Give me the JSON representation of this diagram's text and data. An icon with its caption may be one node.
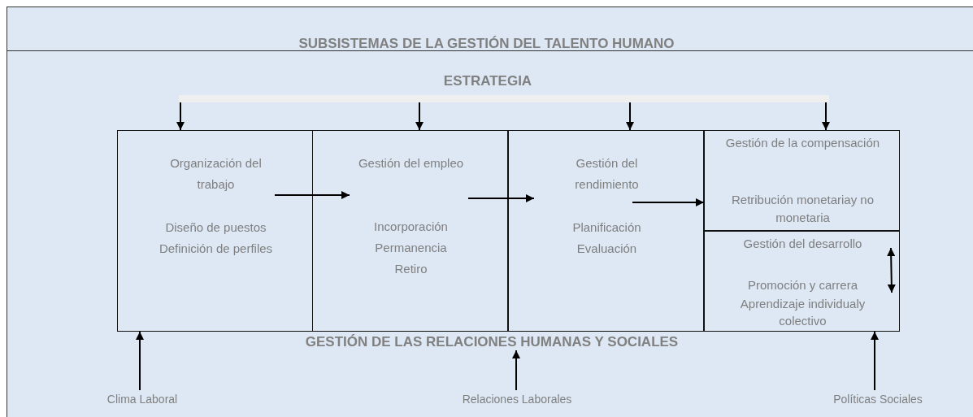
{
  "diagram": {
    "title": "SUBSISTEMAS DE LA GESTIÓN DEL TALENTO HUMANO",
    "nodes": [
      {
        "text": [
          "ESTRATEGIA"
        ]
      },
      {
        "text": [],
        "shape": "bar"
      },
      {
        "text": [
          "Organización del trabajo",
          "Diseño de puestos",
          "Definición de perfiles"
        ]
      },
      {
        "text": [
          "Gestión del empleo",
          "Incorporación",
          "Permanencia",
          "Retiro"
        ]
      },
      {
        "text": [
          "Gestión del rendimiento",
          "Planificación",
          "Evaluación"
        ]
      },
      {
        "text": [
          "Gestión de la compensación",
          "Retribución monetariay no monetaria"
        ]
      },
      {
        "text": [
          "Gestión del desarrollo",
          "Promoción y carrera",
          "Aprendizaje individualy colectivo"
        ]
      },
      {
        "text": [
          "GESTIÓN DE LAS RELACIONES HUMANAS Y SOCIALES"
        ]
      },
      {
        "text": [
          "Clima Laboral"
        ]
      },
      {
        "text": [
          "Relaciones Laborales"
        ]
      },
      {
        "text": [
          "Políticas Sociales"
        ]
      }
    ],
    "edges": [
      {
        "from": 1,
        "to": 2,
        "arrow": "to"
      },
      {
        "from": 1,
        "to": 3,
        "arrow": "to"
      },
      {
        "from": 1,
        "to": 4,
        "arrow": "to"
      },
      {
        "from": 1,
        "to": 5,
        "arrow": "to"
      },
      {
        "from": 2,
        "to": 3,
        "arrow": "to"
      },
      {
        "from": 3,
        "to": 4,
        "arrow": "to"
      },
      {
        "from": 4,
        "to": 5,
        "arrow": "to"
      },
      {
        "from": 8,
        "to": 2,
        "arrow": "to"
      },
      {
        "from": 9,
        "to": 7,
        "arrow": "to"
      },
      {
        "from": 10,
        "to": 6,
        "arrow": "to"
      }
    ]
  }
}
